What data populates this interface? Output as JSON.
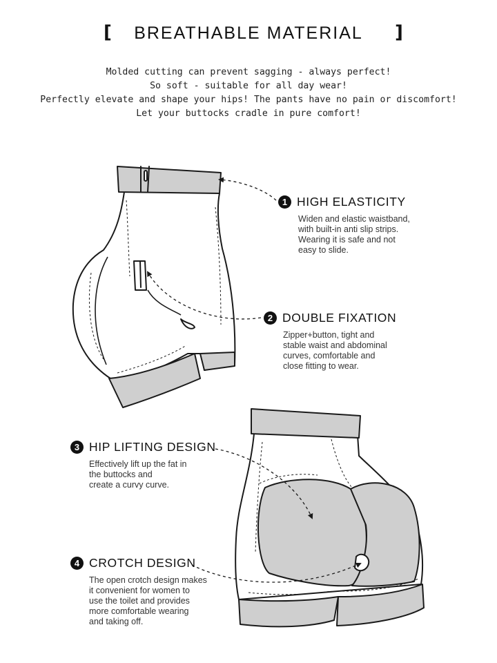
{
  "header": {
    "bracket_left": "[",
    "bracket_right": "]",
    "title": "BREATHABLE MATERIAL"
  },
  "intro": [
    "Molded cutting can prevent sagging - always perfect!",
    "So soft - suitable for all day wear!",
    "Perfectly elevate and shape your hips! The pants have no pain or discomfort!",
    "Let your buttocks cradle in pure comfort!"
  ],
  "features": [
    {
      "number": "1",
      "title": "HIGH ELASTICITY",
      "lines": [
        "Widen and elastic waistband,",
        "with built-in anti slip strips.",
        "Wearing it is safe and not",
        "easy to slide."
      ]
    },
    {
      "number": "2",
      "title": "DOUBLE FIXATION",
      "lines": [
        "Zipper+button, tight and",
        "stable waist and abdominal",
        "curves, comfortable and",
        "close fitting to wear."
      ]
    },
    {
      "number": "3",
      "title": "HIP LIFTING DESIGN",
      "lines": [
        "Effectively lift up the fat in",
        "the buttocks and",
        "create a curvy curve."
      ]
    },
    {
      "number": "4",
      "title": "CROTCH DESIGN",
      "lines": [
        "The open crotch design makes",
        "it convenient for women to",
        "use the toilet and provides",
        "more comfortable wearing",
        "and taking off."
      ]
    }
  ],
  "colors": {
    "band_gray": "#cfcfcf",
    "line": "#1a1a1a",
    "badge": "#111111"
  }
}
